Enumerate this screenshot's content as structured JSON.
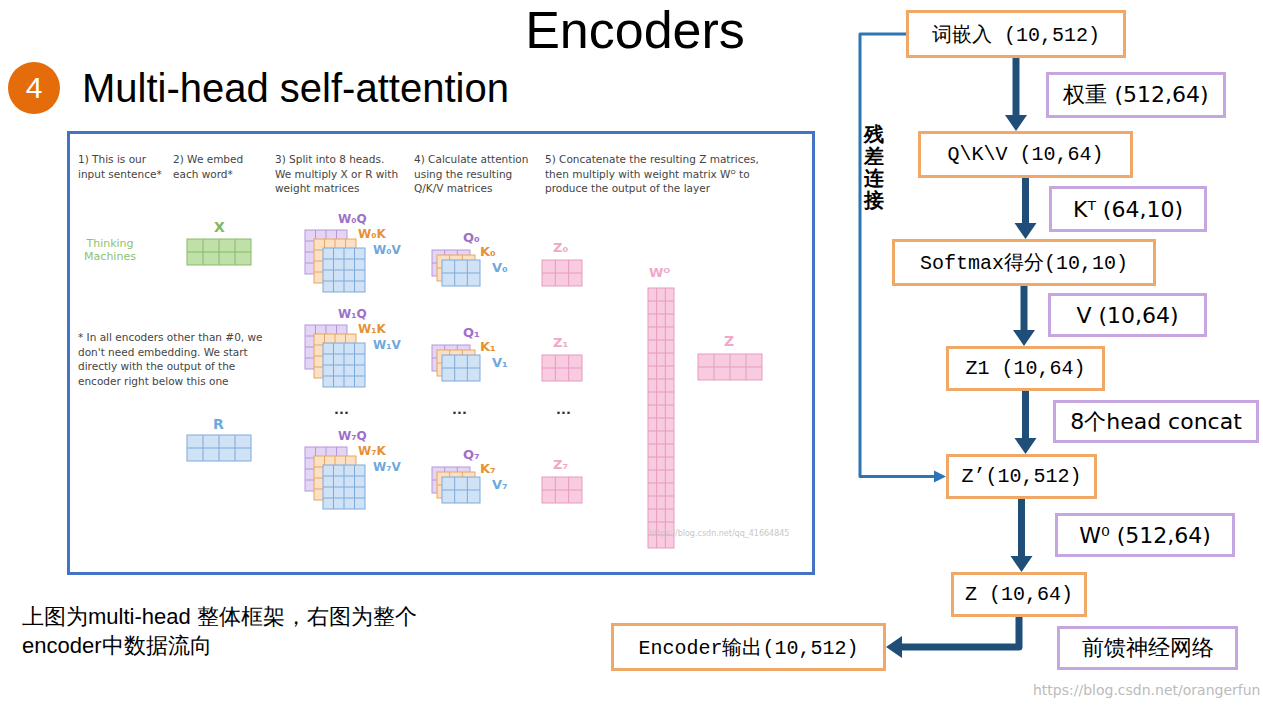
{
  "diagram": {
    "title": "Encoders",
    "caption": "上图为multi-head 整体框架，右图为整个encoder中数据流向",
    "nodes": [
      {
        "text": [
          "4",
          "Multi-head self-attention"
        ]
      },
      {
        "text": [
          "1) This is our input sentence*",
          "2) We embed each word*",
          "3) Split into 8 heads. We multiply X or R with weight matrices",
          "4) Calculate attention using the resulting Q/K/V matrices",
          "5) Concatenate the resulting Z matrices, then multiply with weight matrix Wᴼ to produce the output of the layer",
          "* In all encoders other than #0, we don't need embedding. We start directly with the output of the encoder right below this one"
        ]
      },
      {
        "text": [
          "词嵌入 (10,512)"
        ]
      },
      {
        "text": [
          "权重 (512,64)"
        ]
      },
      {
        "text": [
          "Q\\K\\V (10,64)"
        ]
      },
      {
        "text": [
          "Kᵀ (64,10)"
        ]
      },
      {
        "text": [
          "Softmax得分(10,10)"
        ]
      },
      {
        "text": [
          "V (10,64)"
        ]
      },
      {
        "text": [
          "Z1 (10,64)"
        ]
      },
      {
        "text": [
          "8个head concat"
        ]
      },
      {
        "text": [
          "Z’(10,512)"
        ]
      },
      {
        "text": [
          "W⁰ (512,64)"
        ]
      },
      {
        "text": [
          "Z (10,64)"
        ]
      },
      {
        "text": [
          "前馈神经网络"
        ]
      },
      {
        "text": [
          "Encoder输出(10,512)"
        ]
      }
    ],
    "edges": [
      {
        "from": 2,
        "to": 4,
        "arrow": "to"
      },
      {
        "from": 4,
        "to": 6,
        "arrow": "to"
      },
      {
        "from": 6,
        "to": 8,
        "arrow": "to"
      },
      {
        "from": 8,
        "to": 10,
        "arrow": "to"
      },
      {
        "from": 10,
        "to": 12,
        "arrow": "to"
      },
      {
        "from": 12,
        "to": 14,
        "arrow": "to"
      },
      {
        "from": 2,
        "to": 10,
        "label": "残差连接",
        "arrow": "to"
      }
    ],
    "labels": [
      "Thinking Machines",
      "X",
      "R",
      "W₀Q",
      "W₀K",
      "W₀V",
      "W₁Q",
      "W₁K",
      "W₁V",
      "...",
      "W₇Q",
      "W₇K",
      "W₇V",
      "Q₀",
      "K₀",
      "V₀",
      "Q₁",
      "K₁",
      "V₁",
      "...",
      "Q₇",
      "K₇",
      "V₇",
      "Z₀",
      "Z₁",
      "...",
      "Z₇",
      "Wᴼ",
      "Z",
      "https://blog.csdn.net/qq_41664845",
      "https://blog.csdn.net/orangerfun"
    ]
  }
}
